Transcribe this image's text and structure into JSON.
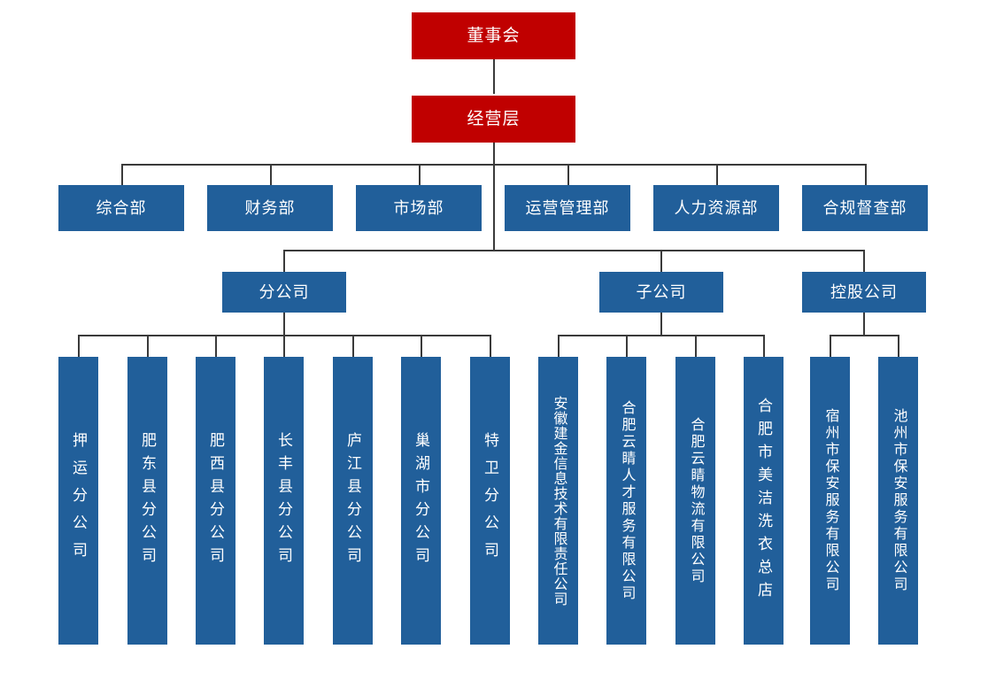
{
  "meta": {
    "title": "组织架构图",
    "colors": {
      "top_level": "#c00000",
      "node": "#215F9A",
      "connector": "#3a3a3a",
      "background": "#ffffff",
      "text": "#ffffff"
    }
  },
  "top": {
    "board": "董事会",
    "management": "经营层"
  },
  "departments": [
    {
      "label": "综合部"
    },
    {
      "label": "财务部"
    },
    {
      "label": "市场部"
    },
    {
      "label": "运营管理部"
    },
    {
      "label": "人力资源部"
    },
    {
      "label": "合规督查部"
    }
  ],
  "groups": [
    {
      "label": "分公司"
    },
    {
      "label": "子公司"
    },
    {
      "label": "控股公司"
    }
  ],
  "branches": [
    {
      "label": "押运分公司"
    },
    {
      "label": "肥东县分公司"
    },
    {
      "label": "肥西县分公司"
    },
    {
      "label": "长丰县分公司"
    },
    {
      "label": "庐江县分公司"
    },
    {
      "label": "巢湖市分公司"
    },
    {
      "label": "特卫分公司"
    }
  ],
  "subsidiaries": [
    {
      "label": "安徽建金信息技术有限责任公司"
    },
    {
      "label": "合肥云睛人才服务有限公司"
    },
    {
      "label": "合肥云睛物流有限公司"
    },
    {
      "label": "合肥市美洁洗衣总店"
    }
  ],
  "holdings": [
    {
      "label": "宿州市保安服务有限公司"
    },
    {
      "label": "池州市保安服务有限公司"
    }
  ]
}
